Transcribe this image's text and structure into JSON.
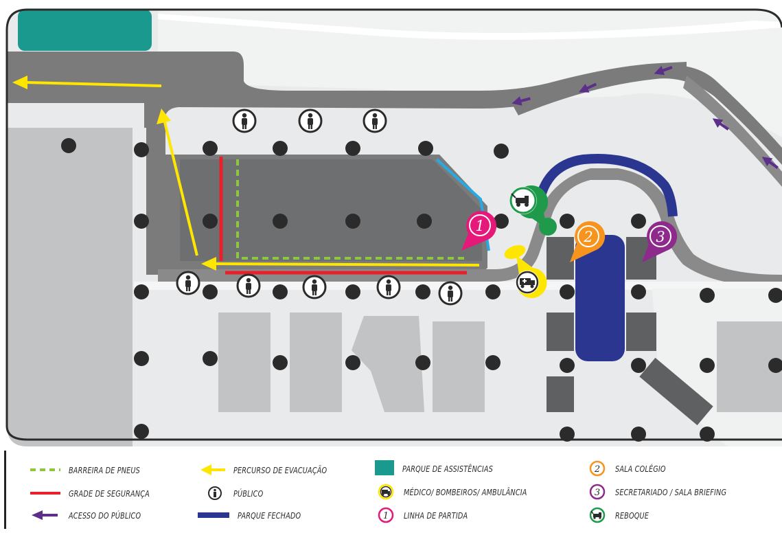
{
  "map": {
    "markers": {
      "partida_number": "1",
      "colegio_number": "2",
      "secretariado_number": "3"
    }
  },
  "legend": {
    "items": [
      {
        "id": "barreira",
        "label": "BARREIRA DE PNEUS",
        "symbol": "dashed-green-line"
      },
      {
        "id": "grade",
        "label": "GRADE DE SEGURANÇA",
        "symbol": "red-line"
      },
      {
        "id": "acesso",
        "label": "ACESSO DO PÚBLICO",
        "symbol": "purple-arrow-icon"
      },
      {
        "id": "evacuacao",
        "label": "PERCURSO DE EVACUAÇÃO",
        "symbol": "yellow-arrow-icon"
      },
      {
        "id": "publico",
        "label": "PÚBLICO",
        "symbol": "person-icon"
      },
      {
        "id": "fechado",
        "label": "PARQUE FECHADO",
        "symbol": "navy-bar"
      },
      {
        "id": "assistencias",
        "label": "PARQUE DE ASSISTÊNCIAS",
        "symbol": "teal-square"
      },
      {
        "id": "medico",
        "label": "MÉDICO/ BOMBEIROS/ AMBULÂNCIA",
        "symbol": "ambulance-icon"
      },
      {
        "id": "partida",
        "label": "LINHA DE PARTIDA",
        "symbol": "number-circle-icon",
        "number": "1"
      },
      {
        "id": "colegio",
        "label": "SALA COLÉGIO",
        "symbol": "number-circle-icon",
        "number": "2"
      },
      {
        "id": "secretariado",
        "label": "SECRETARIADO / SALA BRIEFING",
        "symbol": "number-circle-icon",
        "number": "3"
      },
      {
        "id": "reboque",
        "label": "REBOQUE",
        "symbol": "tow-truck-icon"
      }
    ]
  },
  "colors": {
    "road": "#7b7b7b",
    "ground": "#e6e7e8",
    "building": "#c2c3c5",
    "dark_block": "#5f6062",
    "teal": "#1a9a8e",
    "navy": "#2b3691",
    "red": "#e8202a",
    "green_dash": "#8dc63f",
    "yellow": "#ffe600",
    "purple": "#5b2f8a",
    "pink": "#e6187a",
    "orange": "#f7941d",
    "violet": "#8e2a8b",
    "tow_green": "#1f9a4a",
    "cyan": "#29a9e1"
  }
}
